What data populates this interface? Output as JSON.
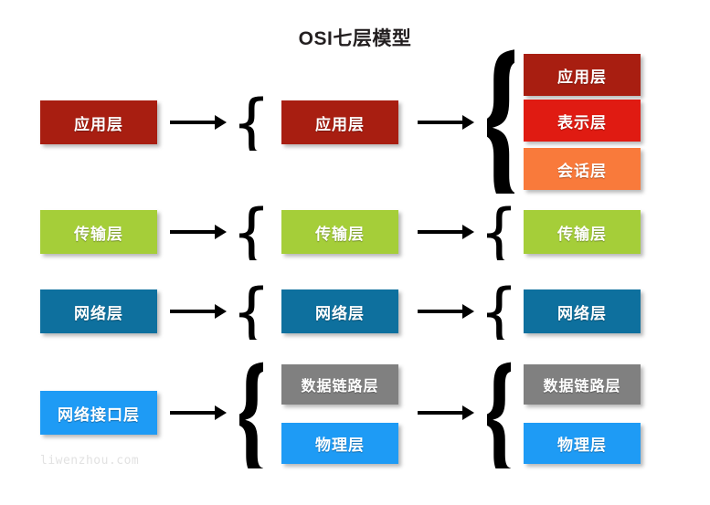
{
  "diagram": {
    "title": "OSI七层模型",
    "watermark": "liwenzhou.com",
    "colors": {
      "dark_red": "#A81E11",
      "bright_red": "#E01B12",
      "orange": "#F97A3B",
      "green": "#A5CE39",
      "teal_blue": "#0E709E",
      "bright_blue": "#1E9BF5",
      "gray": "#808080",
      "text": "#ffffff",
      "title_text": "#231f20",
      "arrow": "#000000",
      "watermark_text": "#e2e2e2"
    },
    "columns": [
      {
        "name": "tcp-ip-4-layer",
        "boxes": [
          {
            "label": "应用层",
            "color_key": "dark_red"
          },
          {
            "label": "传输层",
            "color_key": "green"
          },
          {
            "label": "网络层",
            "color_key": "teal_blue"
          },
          {
            "label": "网络接口层",
            "color_key": "bright_blue"
          }
        ]
      },
      {
        "name": "tcp-ip-5-layer",
        "boxes": [
          {
            "label": "应用层",
            "color_key": "dark_red"
          },
          {
            "label": "传输层",
            "color_key": "green"
          },
          {
            "label": "网络层",
            "color_key": "teal_blue"
          },
          {
            "label": "数据链路层",
            "color_key": "gray"
          },
          {
            "label": "物理层",
            "color_key": "bright_blue"
          }
        ]
      },
      {
        "name": "osi-7-layer",
        "boxes": [
          {
            "label": "应用层",
            "color_key": "dark_red"
          },
          {
            "label": "表示层",
            "color_key": "bright_red"
          },
          {
            "label": "会话层",
            "color_key": "orange"
          },
          {
            "label": "传输层",
            "color_key": "green"
          },
          {
            "label": "网络层",
            "color_key": "teal_blue"
          },
          {
            "label": "数据链路层",
            "color_key": "gray"
          },
          {
            "label": "物理层",
            "color_key": "bright_blue"
          }
        ]
      }
    ],
    "arrows": [
      {
        "name": "arrow-application-col1-col2"
      },
      {
        "name": "arrow-transport-col1-col2"
      },
      {
        "name": "arrow-network-col1-col2"
      },
      {
        "name": "arrow-interface-col1-col2"
      },
      {
        "name": "arrow-application-col2-col3"
      },
      {
        "name": "arrow-transport-col2-col3"
      },
      {
        "name": "arrow-network-col2-col3"
      },
      {
        "name": "arrow-link-col2-col3"
      }
    ],
    "braces": [
      {
        "name": "brace-col2-application"
      },
      {
        "name": "brace-col2-transport"
      },
      {
        "name": "brace-col2-network"
      },
      {
        "name": "brace-col2-linkphysical"
      },
      {
        "name": "brace-col3-application-group"
      },
      {
        "name": "brace-col3-transport"
      },
      {
        "name": "brace-col3-network"
      },
      {
        "name": "brace-col3-linkphysical"
      }
    ]
  }
}
